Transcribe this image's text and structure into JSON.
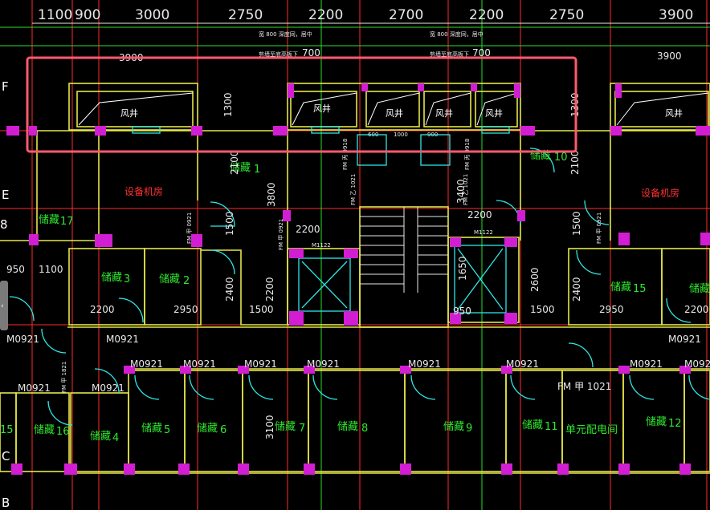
{
  "top_dimensions": [
    "1100",
    "900",
    "3000",
    "2750",
    "2200",
    "2700",
    "2200",
    "2750",
    "3900"
  ],
  "sub_dimensions": {
    "left": "3900",
    "right": "3900",
    "stair_widths": [
      "700",
      "700"
    ],
    "w600": "600",
    "w1000": "1000",
    "w900": "900"
  },
  "axis_labels": [
    "F",
    "E",
    "8",
    "C",
    "B"
  ],
  "notes": {
    "left_note_top": "宽 800  深度同，居中",
    "left_note_bottom": "剪墙至底高板下",
    "right_note_top": "宽 800  深度同，居中",
    "right_note_bottom": "剪墙至底高板下"
  },
  "shaft_label": "风井",
  "rooms": {
    "equipment_left": "设备机房",
    "equipment_right": "设备机房",
    "storage": "储藏",
    "storage_numbers": [
      "1",
      "10",
      "17",
      "3",
      "2",
      "15",
      "16",
      "4",
      "5",
      "6",
      "7",
      "8",
      "9",
      "11",
      "12"
    ],
    "electrical_room": "单元配电间"
  },
  "door_labels": {
    "m0921": "M0921",
    "m1122": "M1122",
    "fm_1021": "FM 甲 1021",
    "fm_0918": "FM 丙 0918",
    "fm_1021_c": "FM 乙 1021",
    "fm_c_1021": "FM 乙 1021",
    "fm_1821": "FM 甲 1821",
    "fm_0921": "FM 甲 0921",
    "m1122b": "M1122"
  },
  "interior_dimensions": {
    "d1300a": "1300",
    "d1300b": "1300",
    "d2100a": "2100",
    "d2100b": "2100",
    "d3800": "3800",
    "d3400": "3400",
    "d2200a": "2200",
    "d2200b": "2200",
    "d1500a": "1500",
    "d1500b": "1500",
    "d1500c": "1500",
    "d1500d": "1500",
    "d2400a": "2400",
    "d2400b": "2400",
    "d2200v": "2200",
    "d1650": "1650",
    "d2600": "2600",
    "d950a": "950",
    "d950b": "950",
    "d1100": "1100",
    "d2200c": "2200",
    "d2950a": "2950",
    "d2950b": "2950",
    "d2200d": "2200",
    "d3100": "3100"
  },
  "colors": {
    "background": "#000000",
    "walls": "#e6e64a",
    "axis_grid": "#ff2a2a",
    "doors_windows": "#2ee8e8",
    "room_text": "#2ee82e",
    "equipment_text": "#ff3030",
    "pillars": "#d21ed2",
    "highlight_box": "#ff5a6e"
  }
}
